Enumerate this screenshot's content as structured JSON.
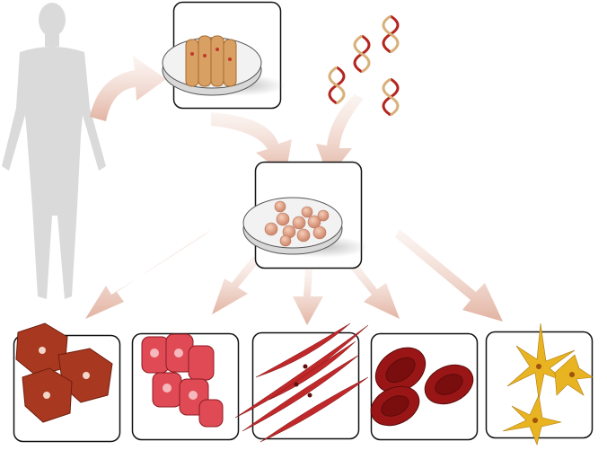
{
  "colors": {
    "body": "#d9d9d9",
    "arrow": "#e8c3b6",
    "box_border": "#111111",
    "dish": "#e6e6e6",
    "fibroblast": "#d79a5a",
    "ips_cell": "#e3a88e",
    "dna_red": "#b3261e",
    "dna_tan": "#d8b07a",
    "hepatocyte": "#a8381f",
    "cardiomyocyte": "#e04a55",
    "muscle": "#c0282a",
    "blood": "#9a1616",
    "neuron": "#e8b422"
  },
  "diagram": {
    "nodes": [
      {
        "id": "human",
        "icon": "human-body-icon"
      },
      {
        "id": "somatic-cells",
        "icon": "petri-dish-icon"
      },
      {
        "id": "reprogramming-genes",
        "icon": "dna-icon"
      },
      {
        "id": "pluripotent-cells",
        "icon": "petri-dish-icon"
      },
      {
        "id": "liver-cells",
        "icon": "hepatocyte-icon"
      },
      {
        "id": "heart-cells",
        "icon": "cardiomyocyte-icon"
      },
      {
        "id": "muscle-cells",
        "icon": "muscle-cell-icon"
      },
      {
        "id": "blood-cells",
        "icon": "red-blood-cell-icon"
      },
      {
        "id": "nerve-cells",
        "icon": "neuron-icon"
      }
    ],
    "edges": [
      [
        "human",
        "somatic-cells"
      ],
      [
        "somatic-cells",
        "pluripotent-cells"
      ],
      [
        "reprogramming-genes",
        "pluripotent-cells"
      ],
      [
        "pluripotent-cells",
        "liver-cells"
      ],
      [
        "pluripotent-cells",
        "heart-cells"
      ],
      [
        "pluripotent-cells",
        "muscle-cells"
      ],
      [
        "pluripotent-cells",
        "blood-cells"
      ],
      [
        "pluripotent-cells",
        "nerve-cells"
      ]
    ]
  }
}
